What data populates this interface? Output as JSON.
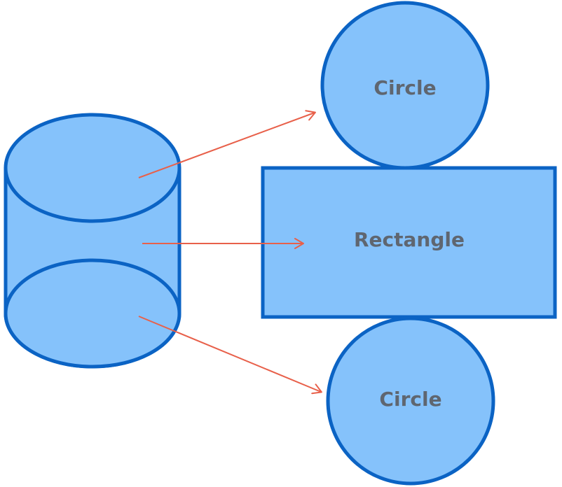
{
  "diagram": {
    "colors": {
      "fill": "#85c2fb",
      "stroke": "#0b63c4",
      "arrow": "#e8604a",
      "label": "#5f6670"
    },
    "shapes": {
      "circle_top": {
        "label": "Circle"
      },
      "rectangle": {
        "label": "Rectangle"
      },
      "circle_bottom": {
        "label": "Circle"
      }
    },
    "arrows": [
      {
        "from": "cylinder-top",
        "to": "circle-top"
      },
      {
        "from": "cylinder-body",
        "to": "rectangle"
      },
      {
        "from": "cylinder-bottom",
        "to": "circle-bottom"
      }
    ]
  }
}
